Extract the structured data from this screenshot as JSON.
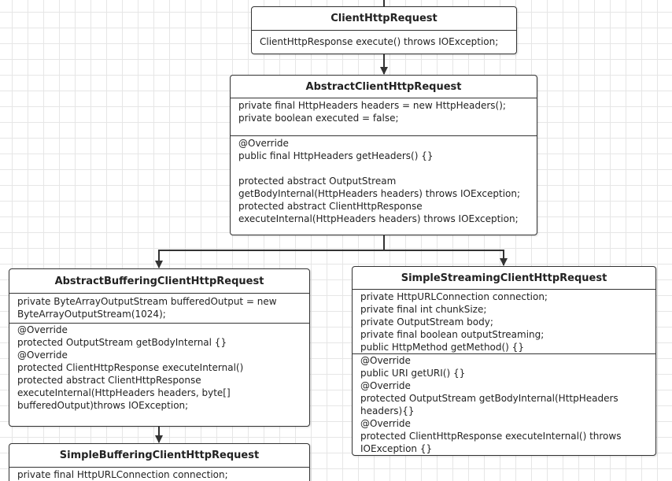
{
  "classes": {
    "client": {
      "name": "ClientHttpRequest",
      "methods": [
        "ClientHttpResponse execute() throws IOException;"
      ]
    },
    "abstract": {
      "name": "AbstractClientHttpRequest",
      "fields": [
        "private final HttpHeaders headers = new HttpHeaders();",
        "private boolean executed = false;"
      ],
      "methods": [
        "@Override",
        "public final HttpHeaders getHeaders() {}",
        "",
        "protected abstract OutputStream",
        "getBodyInternal(HttpHeaders headers) throws IOException;",
        "protected abstract ClientHttpResponse",
        "executeInternal(HttpHeaders headers) throws IOException;"
      ]
    },
    "buffering": {
      "name": "AbstractBufferingClientHttpRequest",
      "fields": [
        "private ByteArrayOutputStream bufferedOutput = new",
        "ByteArrayOutputStream(1024);"
      ],
      "methods": [
        "@Override",
        "protected OutputStream getBodyInternal {}",
        "@Override",
        "protected ClientHttpResponse executeInternal()",
        "protected abstract ClientHttpResponse",
        "executeInternal(HttpHeaders headers, byte[]",
        "bufferedOutput)throws IOException;"
      ]
    },
    "streaming": {
      "name": "SimpleStreamingClientHttpRequest",
      "fields": [
        "private HttpURLConnection connection;",
        "private final int chunkSize;",
        "private OutputStream body;",
        "private final boolean outputStreaming;",
        "public HttpMethod getMethod() {}"
      ],
      "methods": [
        "@Override",
        "public URI getURI() {}",
        "@Override",
        "protected OutputStream getBodyInternal(HttpHeaders",
        "headers){}",
        "@Override",
        "protected ClientHttpResponse executeInternal() throws",
        "IOException {}"
      ]
    },
    "simple_buffering": {
      "name": "SimpleBufferingClientHttpRequest",
      "fields": [
        "private final HttpURLConnection connection;"
      ]
    }
  }
}
